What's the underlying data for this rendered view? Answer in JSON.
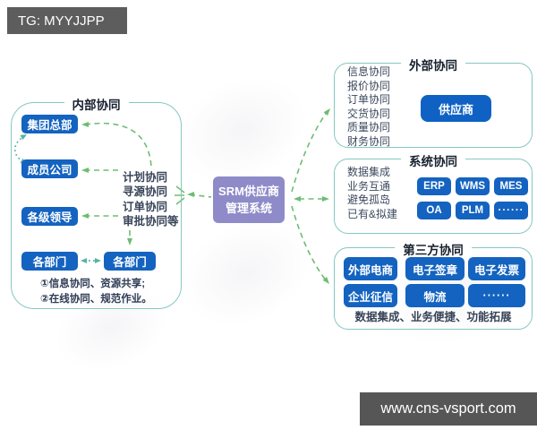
{
  "badge": {
    "text": "TG: MYYJJPP"
  },
  "urlbar": {
    "text": "www.cns-vsport.com"
  },
  "center": {
    "line1": "SRM供应商",
    "line2": "管理系统"
  },
  "left_panel": {
    "title": "内部协同",
    "nodes": [
      "集团总部",
      "成员公司",
      "各级领导",
      "各部门",
      "各部门"
    ],
    "hub_items": [
      "计划协同",
      "寻源协同",
      "订单协同",
      "审批协同等"
    ],
    "notes": [
      "①信息协同、资源共享;",
      "②在线协同、规范作业。"
    ]
  },
  "external_panel": {
    "title": "外部协同",
    "items": [
      "信息协同",
      "报价协同",
      "订单协同",
      "交货协同",
      "质量协同",
      "财务协同"
    ],
    "button": "供应商"
  },
  "system_panel": {
    "title": "系统协同",
    "items": [
      "数据集成",
      "业务互通",
      "避免孤岛",
      "已有&拟建"
    ],
    "buttons": [
      "ERP",
      "WMS",
      "MES",
      "OA",
      "PLM",
      "······"
    ]
  },
  "thirdparty_panel": {
    "title": "第三方协同",
    "buttons": [
      "外部电商",
      "电子签章",
      "电子发票",
      "企业征信",
      "物流",
      "······"
    ],
    "footer": "数据集成、业务便捷、功能拓展"
  },
  "colors": {
    "node_blue": "#1463c0",
    "center_purple": "#8e8bc8",
    "panel_border_teal": "#85c8bf",
    "arrow_dash_green": "#6dbd72",
    "arrow_dot_teal": "#58b3a6",
    "badge_gray": "#5d5d5d",
    "urlbar_gray": "#565656"
  }
}
